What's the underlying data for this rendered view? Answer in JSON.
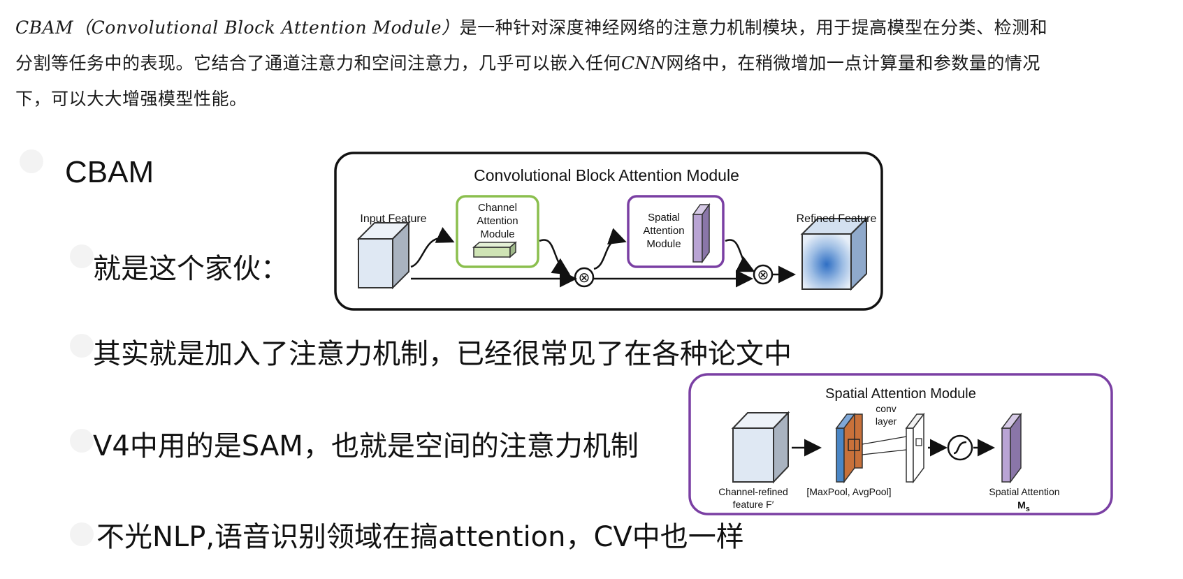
{
  "intro": {
    "line1_latin": "CBAM（Convolutional Block Attention Module）",
    "line1_rest": "是一种针对深度神经网络的注意力机制模块，用于提高模型在分类、检测和",
    "line2_a": "分割等任务中的表现。它结合了通道注意力和空间注意力，几乎可以嵌入任何",
    "line2_latin": "CNN",
    "line2_b": "网络中，在稍微增加一点计算量和参数量的情况",
    "line3": "下，可以大大增强模型性能。"
  },
  "slide": {
    "title": "CBAM",
    "bullets": [
      "就是这个家伙：",
      "其实就是加入了注意力机制，已经很常见了在各种论文中",
      "V4中用的是SAM，也就是空间的注意力机制",
      "不光NLP,语音识别领域在搞attention，CV中也一样"
    ]
  },
  "cbam_figure": {
    "title": "Convolutional Block Attention Module",
    "input_label": "Input Feature",
    "channel_label": [
      "Channel",
      "Attention",
      "Module"
    ],
    "spatial_label": [
      "Spatial",
      "Attention",
      "Module"
    ],
    "refined_label": "Refined Feature",
    "multiply_symbol": "⊗",
    "colors": {
      "channel": "#8bbf4e",
      "spatial": "#7a3fa3"
    }
  },
  "sam_figure": {
    "title": "Spatial Attention Module",
    "conv_label": [
      "conv",
      "layer"
    ],
    "input_label": [
      "Channel-refined",
      "feature F′"
    ],
    "pool_label": "[MaxPool, AvgPool]",
    "output_label": [
      "Spatial Attention",
      "M"
    ],
    "output_subscript": "s",
    "colors": {
      "border": "#7a3fa3",
      "maxpool": "#4a86c5",
      "avgpool": "#c8713a"
    }
  }
}
